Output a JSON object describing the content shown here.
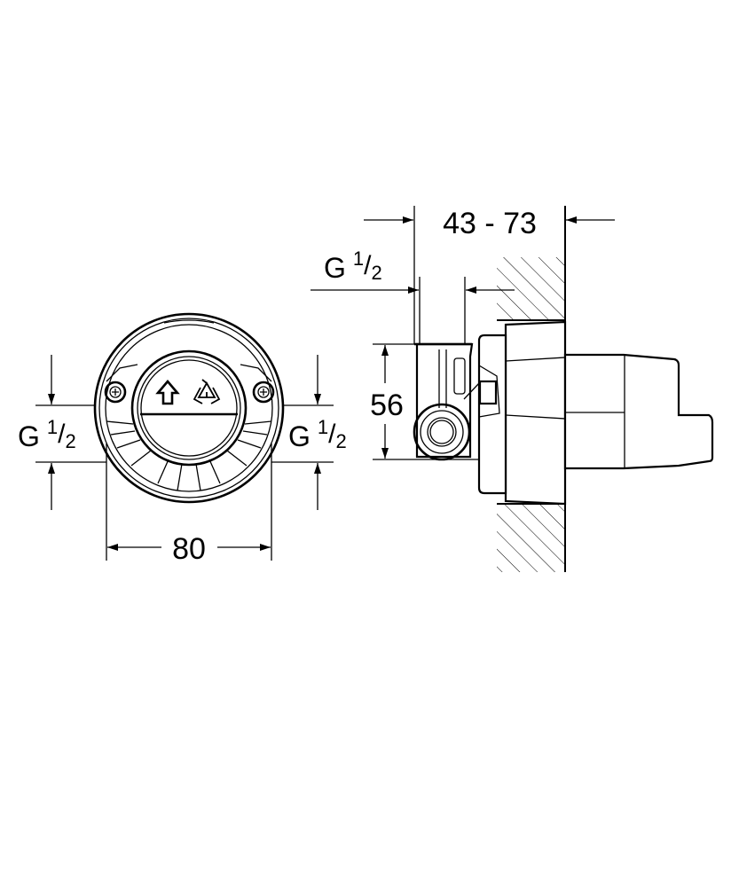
{
  "front_view": {
    "width_dim": "80",
    "left_thread": {
      "g": "G",
      "num": "1",
      "den": "2"
    },
    "right_thread": {
      "g": "G",
      "num": "1",
      "den": "2"
    },
    "icons": [
      "arrow-up-icon",
      "recycle-icon"
    ]
  },
  "side_view": {
    "depth_dim": "43 - 73",
    "height_dim": "56",
    "top_thread": {
      "g": "G",
      "num": "1",
      "den": "2"
    }
  },
  "colors": {
    "line": "#000000",
    "background": "#ffffff"
  }
}
